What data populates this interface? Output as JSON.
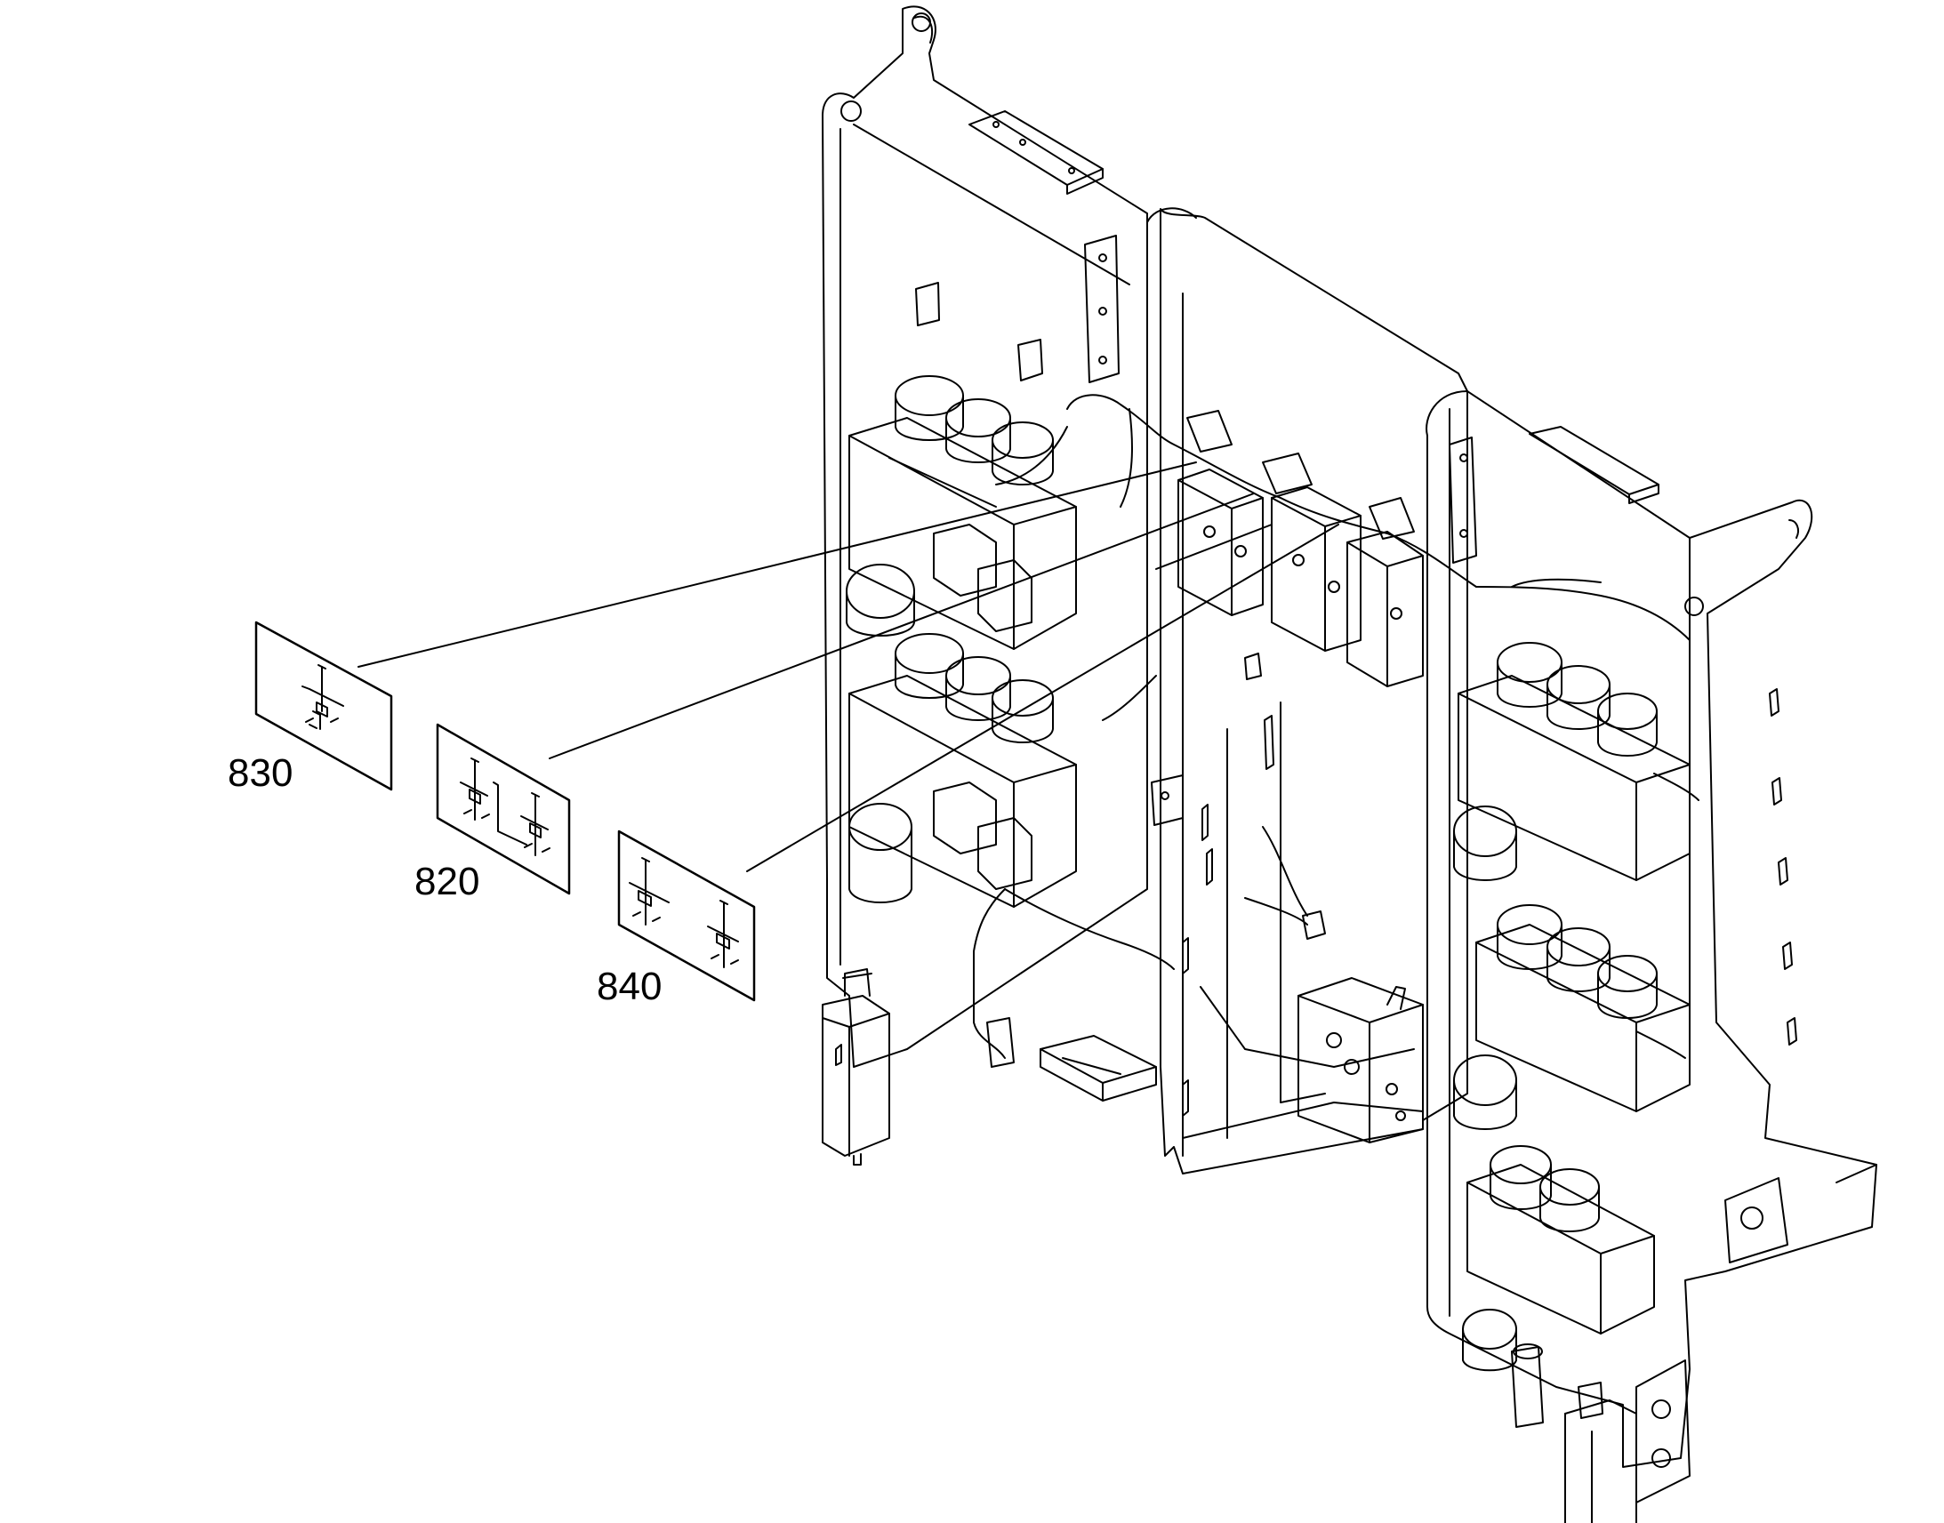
{
  "callouts": {
    "c830": "830",
    "c820": "820",
    "c840": "840"
  },
  "colors": {
    "line": "#000000",
    "background": "#ffffff"
  }
}
